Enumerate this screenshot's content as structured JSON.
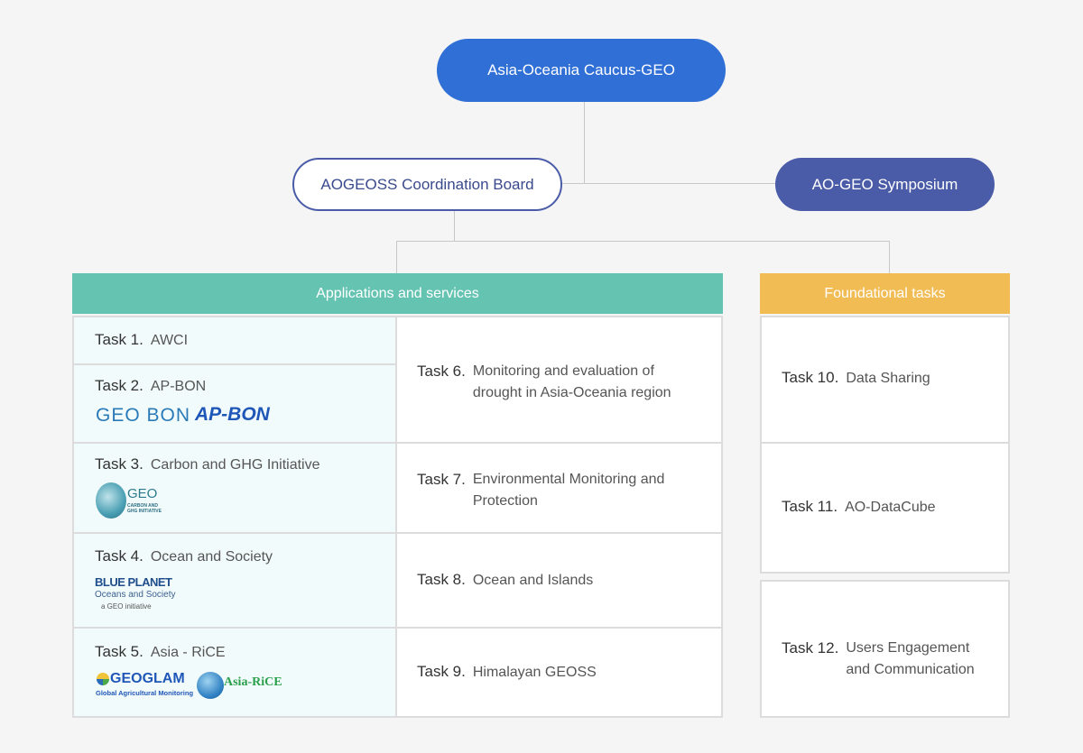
{
  "top": {
    "title": "Asia-Oceania Caucus-GEO"
  },
  "coordination": {
    "title": "AOGEOSS Coordination Board"
  },
  "symposium": {
    "title": "AO-GEO Symposium"
  },
  "applications": {
    "header": "Applications and services"
  },
  "foundational": {
    "header": "Foundational tasks"
  },
  "tasks": [
    {
      "num": "Task 1.",
      "name": "AWCI"
    },
    {
      "num": "Task 2.",
      "name": "AP-BON"
    },
    {
      "num": "Task 3.",
      "name": "Carbon and GHG Initiative"
    },
    {
      "num": "Task 4.",
      "name": "Ocean and Society"
    },
    {
      "num": "Task 5.",
      "name": "Asia - RiCE"
    },
    {
      "num": "Task 6.",
      "name": "Monitoring and evaluation of drought in Asia-Oceania region"
    },
    {
      "num": "Task 7.",
      "name": "Environmental Monitoring and Protection"
    },
    {
      "num": "Task 8.",
      "name": "Ocean and Islands"
    },
    {
      "num": "Task 9.",
      "name": "Himalayan GEOSS"
    },
    {
      "num": "Task 10.",
      "name": "Data Sharing"
    },
    {
      "num": "Task 11.",
      "name": "AO-DataCube"
    },
    {
      "num": "Task 12.",
      "name": "Users Engagement and Communication"
    }
  ],
  "logos": {
    "geobon": "GEO BON",
    "apbon": "AP-BON",
    "geo_carbon": "GEO",
    "geo_carbon_sub": "CARBON AND GHG INITIATIVE",
    "blueplanet": "BLUE PLANET",
    "blueplanet_sub": "Oceans and Society",
    "blueplanet_tag": "a GEO initiative",
    "geoglam": "GEOGLAM",
    "geoglam_sub": "Global Agricultural Monitoring",
    "asiarice": "Asia-RiCE"
  },
  "colors": {
    "primary_blue": "#2f6fd6",
    "dark_blue": "#4a5ba8",
    "teal": "#65c3b1",
    "gold": "#f2bc54"
  }
}
